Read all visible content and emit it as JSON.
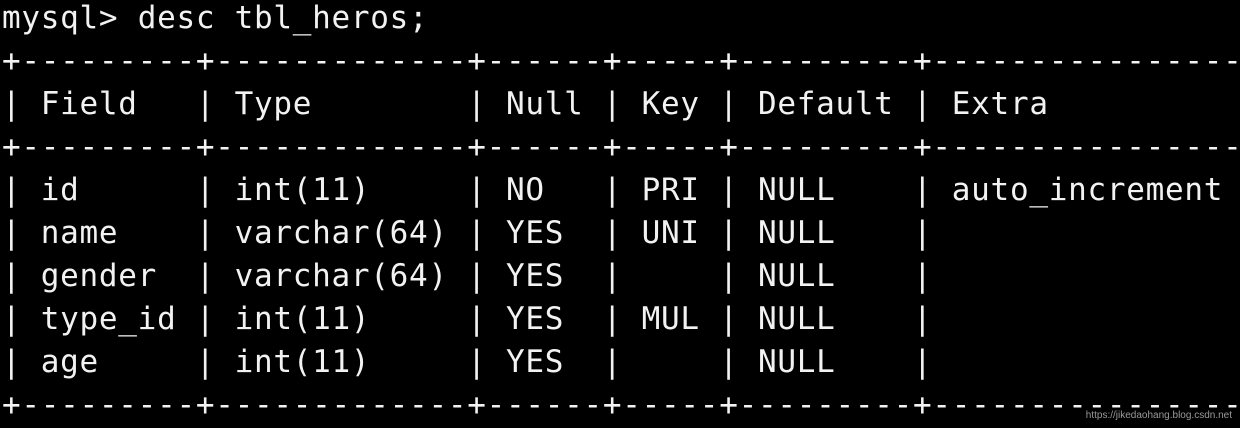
{
  "terminal": {
    "prompt": "mysql> ",
    "command": "desc tbl_heros;",
    "separator": "+---------+-------------+------+-----+---------+----------------+",
    "header": "| Field   | Type        | Null | Key | Default | Extra          |",
    "rows": [
      "| id      | int(11)     | NO   | PRI | NULL    | auto_increment |",
      "| name    | varchar(64) | YES  | UNI | NULL    |                |",
      "| gender  | varchar(64) | YES  |     | NULL    |                |",
      "| type_id | int(11)     | YES  | MUL | NULL    |                |",
      "| age     | int(11)     | YES  |     | NULL    |                |"
    ]
  },
  "watermark": "https://jikedaohang.blog.csdn.net",
  "colors": {
    "background": "#000000",
    "text": "#f2f2f2"
  }
}
